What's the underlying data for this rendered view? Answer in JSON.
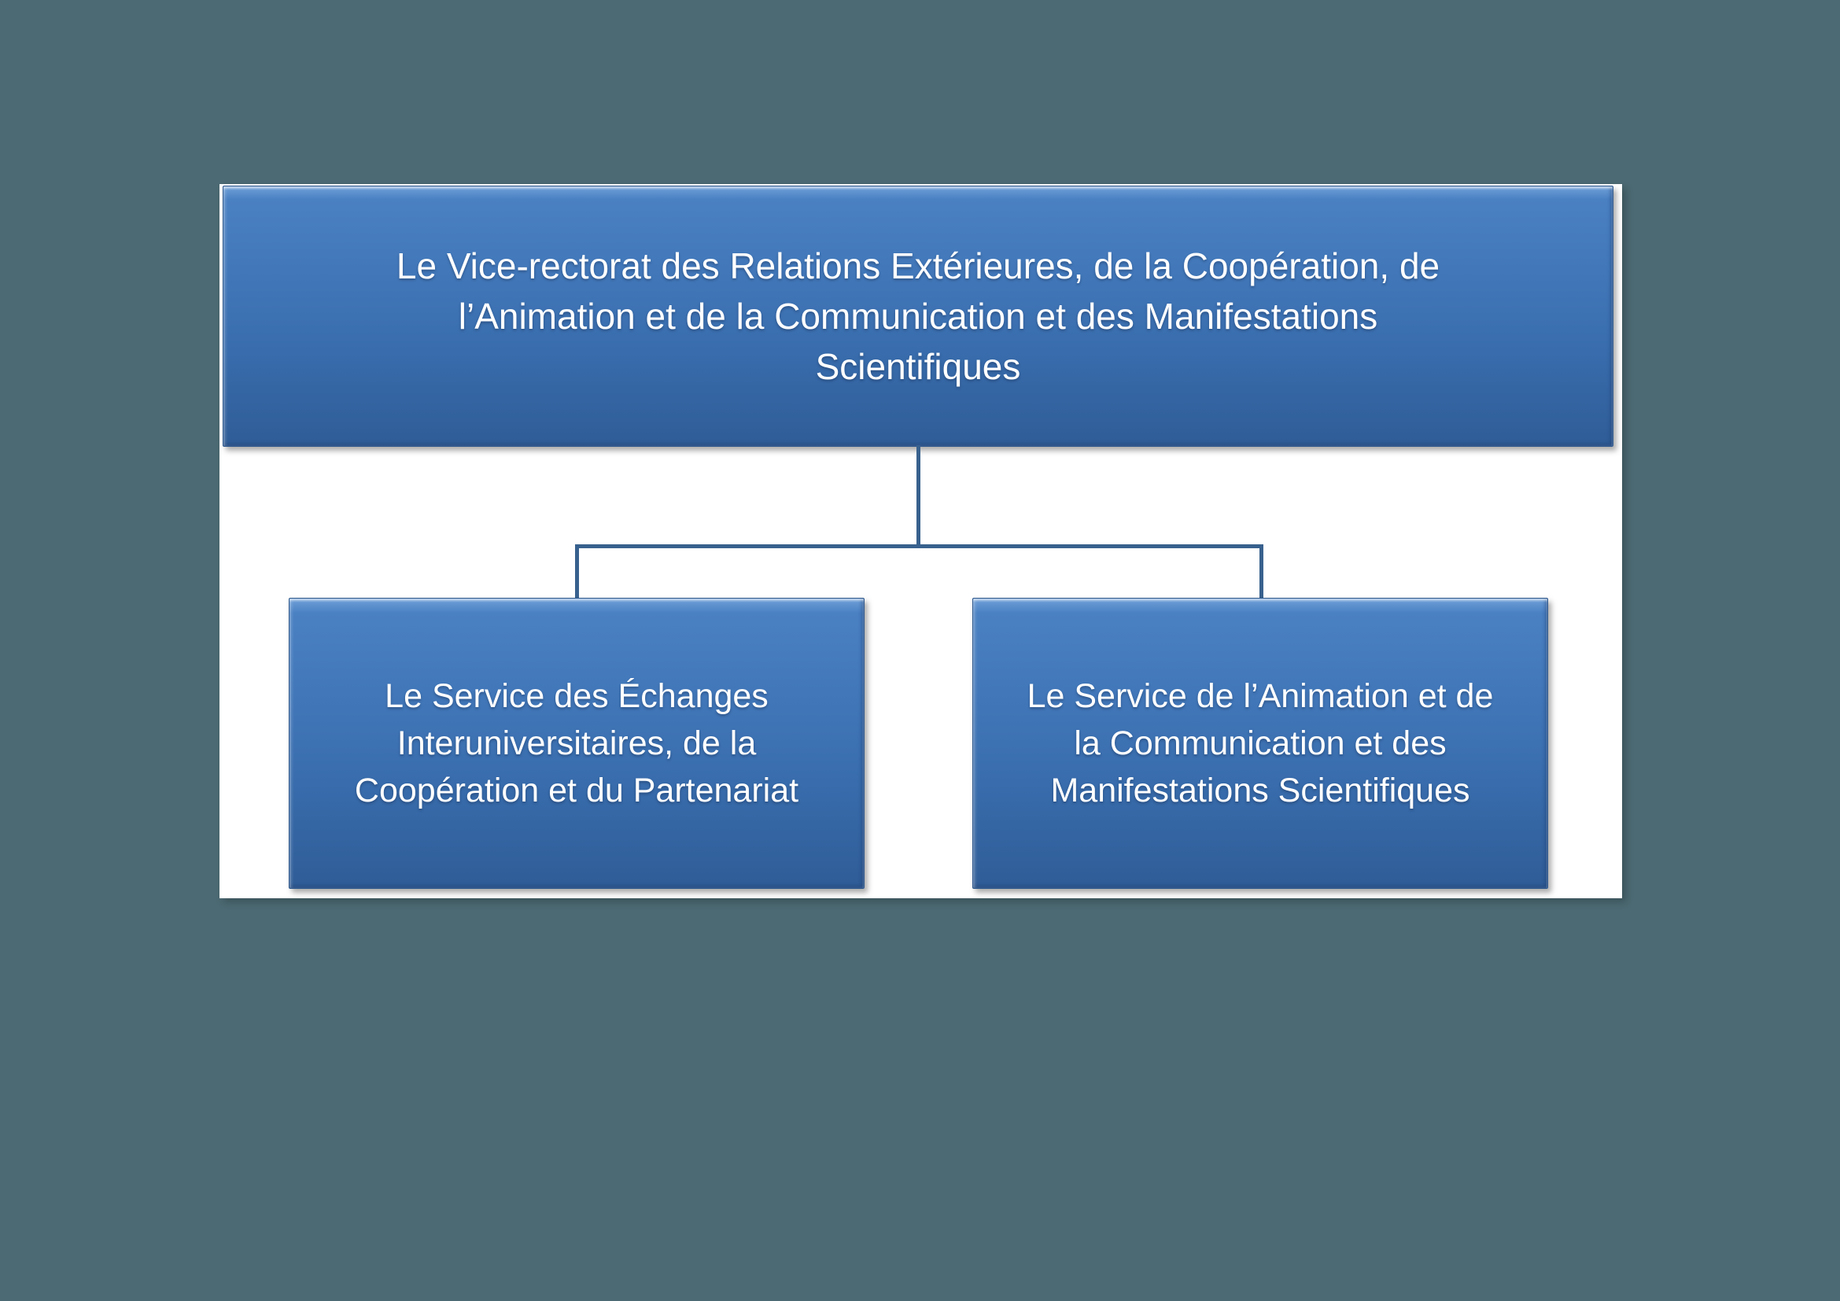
{
  "canvas": {
    "background_color": "#4C6A73",
    "panel_background_color": "#FFFFFF"
  },
  "org_chart": {
    "type": "org-tree",
    "connector_color": "#38618E",
    "node_fill_top": "#4A81C3",
    "node_fill_bottom": "#2F5C96",
    "node_text_color": "#FFFFFF",
    "nodes": {
      "root": {
        "lines": [
          "Le Vice-rectorat des Relations Extérieures, de la Coopération, de",
          "l’Animation et de la Communication et des Manifestations",
          "Scientifiques"
        ],
        "full_text": "Le Vice-rectorat des Relations Extérieures, de la Coopération, de l’Animation et de la Communication et des Manifestations Scientifiques"
      },
      "child_left": {
        "lines": [
          "Le Service des Échanges",
          "Interuniversitaires, de la",
          "Coopération et du Partenariat"
        ],
        "full_text": "Le Service des Échanges Interuniversitaires, de la Coopération et du Partenariat"
      },
      "child_right": {
        "lines": [
          "Le Service de l’Animation et de",
          "la Communication et des",
          "Manifestations Scientifiques"
        ],
        "full_text": "Le Service de l’Animation et de la Communication et des Manifestations Scientifiques"
      }
    }
  }
}
